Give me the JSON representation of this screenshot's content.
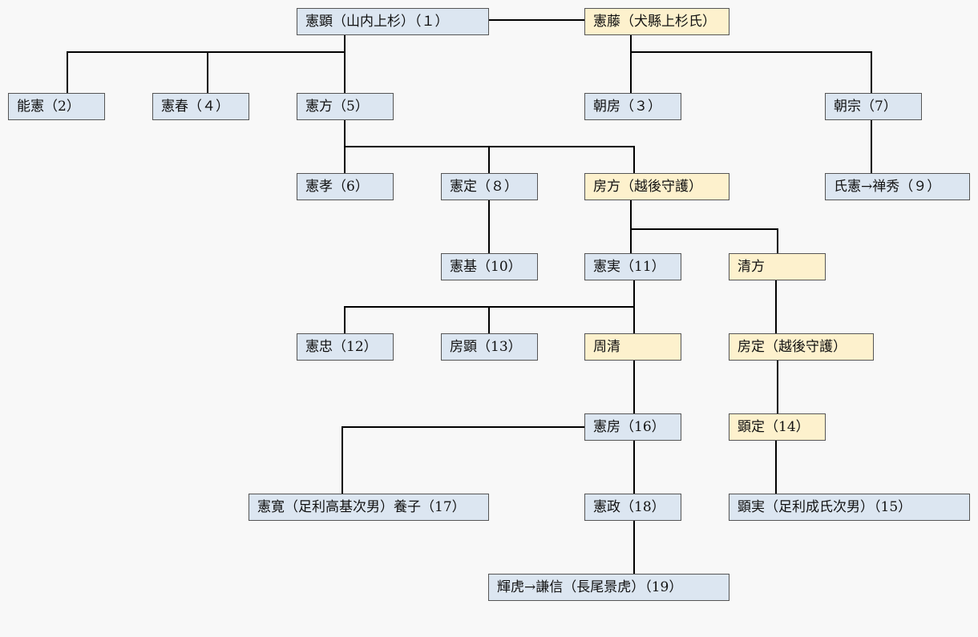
{
  "nodes": {
    "noriaki": "憲顕（山内上杉）（１）",
    "norifuji": "憲藤（犬縣上杉氏）",
    "yoshinori": "能憲（2）",
    "noriharu": "憲春（４）",
    "norikata": "憲方（5）",
    "tomofusa": "朝房（３）",
    "tomomune": "朝宗（7）",
    "noritaka": "憲孝（6）",
    "norisada": "憲定（８）",
    "fusakata": "房方（越後守護）",
    "ujinori": "氏憲→禅秀（９）",
    "norimoto": "憲基（10）",
    "norizane": "憲実（11）",
    "kiyokata": "清方",
    "noritada": "憲忠（12）",
    "fusaaki": "房顕（13）",
    "chikakiyo": "周清",
    "fusasada": "房定（越後守護）",
    "norifusa": "憲房（16）",
    "akisada": "顕定（14）",
    "norihiro": "憲寛（足利高基次男）養子（17）",
    "norimasa": "憲政（18）",
    "akizane": "顕実（足利成氏次男）（15）",
    "terutora": "輝虎→謙信（長尾景虎）（19）"
  },
  "colors": {
    "yamanouchi_fill": "#dce6f1",
    "inukake_echigo_fill": "#fdf1cd",
    "border": "#555555",
    "connector": "#000000"
  }
}
